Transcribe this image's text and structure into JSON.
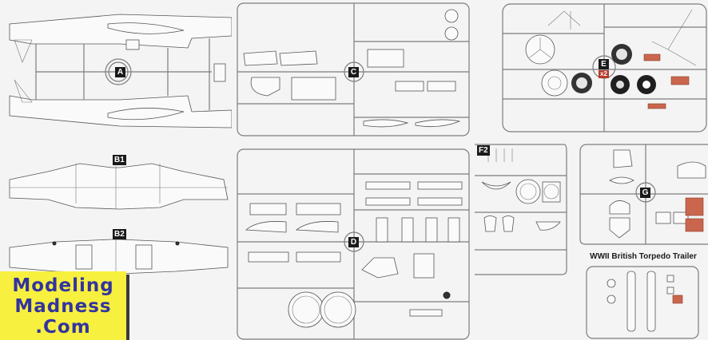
{
  "page": {
    "description": "Model kit sprue/parts layout scan",
    "background": "#f4f4f4"
  },
  "sprues": [
    {
      "id": "A",
      "label": "A",
      "name": "fuselage-wings-frame"
    },
    {
      "id": "B1",
      "label": "B1",
      "name": "upper-wing"
    },
    {
      "id": "B2",
      "label": "B2",
      "name": "lower-wing"
    },
    {
      "id": "C",
      "label": "C",
      "name": "sprue-c"
    },
    {
      "id": "D",
      "label": "D",
      "name": "sprue-d"
    },
    {
      "id": "E",
      "label": "E",
      "multiplier": "x2",
      "name": "sprue-e"
    },
    {
      "id": "F2",
      "label": "F2",
      "name": "sprue-f2"
    },
    {
      "id": "G",
      "label": "G",
      "name": "sprue-g"
    }
  ],
  "trailer": {
    "title": "WWII British Torpedo Trailer"
  },
  "logo": {
    "line1": "Modeling",
    "line2": "Madness",
    "line3": ".Com",
    "bg_color": "#f7f03e",
    "text_color": "#3333a0"
  },
  "colors": {
    "highlight_parts": "#c9664d",
    "badge_bg": "#1a1a1a"
  }
}
